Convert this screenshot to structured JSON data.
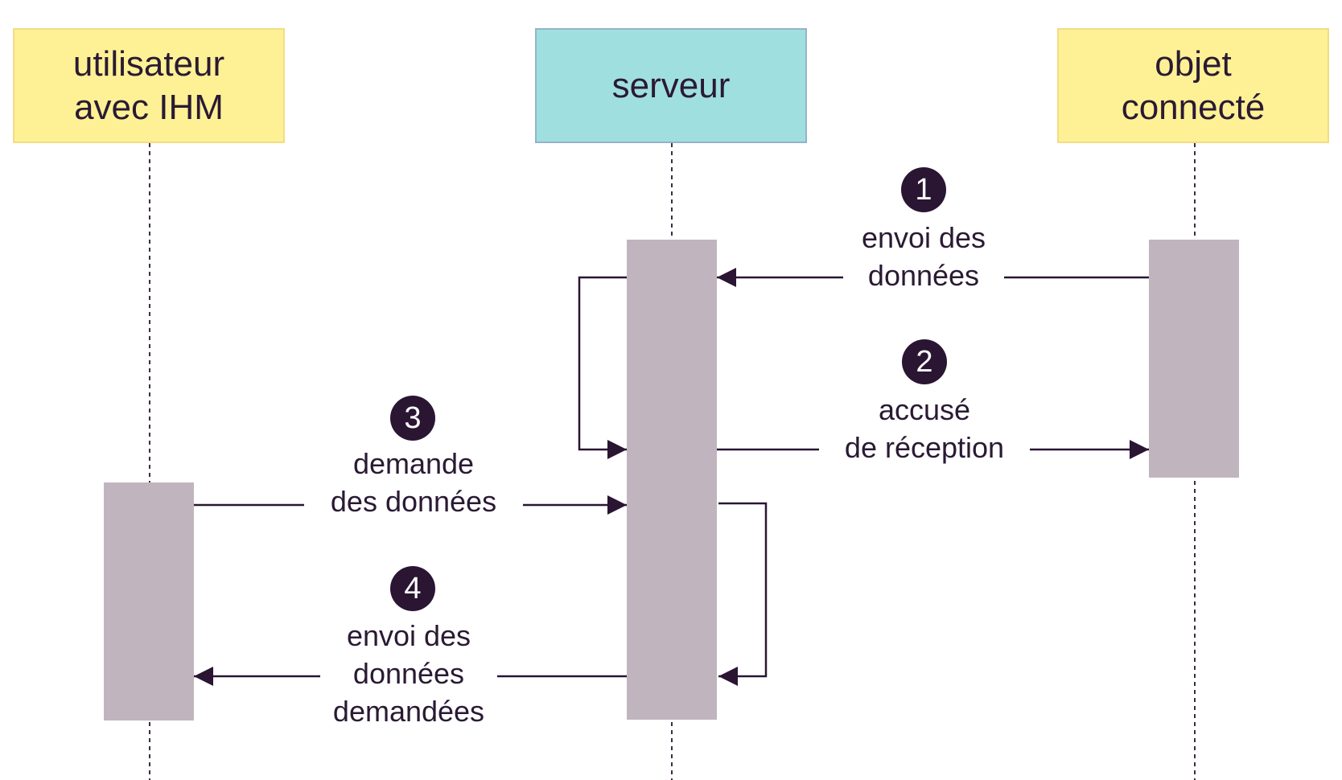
{
  "actors": [
    {
      "id": "user",
      "label": "utilisateur\navec IHM",
      "color": "#fef195"
    },
    {
      "id": "server",
      "label": "serveur",
      "color": "#9fdfe0"
    },
    {
      "id": "object",
      "label": "objet\nconnecté",
      "color": "#fef195"
    }
  ],
  "messages": [
    {
      "number": "1",
      "label": "envoi des\ndonnées",
      "from": "objet connecté",
      "to": "serveur"
    },
    {
      "number": "2",
      "label": "accusé\nde réception",
      "from": "serveur",
      "to": "objet connecté"
    },
    {
      "number": "3",
      "label": "demande\ndes données",
      "from": "utilisateur avec IHM",
      "to": "serveur"
    },
    {
      "number": "4",
      "label": "envoi des\ndonnées\ndemandées",
      "from": "serveur",
      "to": "utilisateur avec IHM"
    }
  ],
  "colors": {
    "actor_yellow": "#fef195",
    "actor_teal": "#9fdfe0",
    "activation_bar": "#c0b5be",
    "arrow": "#2a1533",
    "badge": "#2a1533"
  }
}
